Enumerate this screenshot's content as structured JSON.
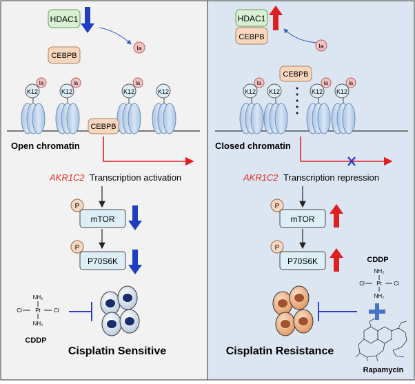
{
  "left_panel": {
    "hdac1": "HDAC1",
    "la": "la",
    "cebpb_free": "CEBPB",
    "k12": "K12",
    "cebpb_bound": "CEBPB",
    "chromatin_state": "Open chromatin",
    "gene": "AKR1C2",
    "transcription": "Transcription activation",
    "phospho": "P",
    "mtor": "mTOR",
    "p70s6k": "P70S6K",
    "drug": "CDDP",
    "drug_structure": {
      "nh2_top": "NH₂",
      "cl_left": "Cl",
      "pt": "Pt",
      "cl_right": "Cl",
      "nh2_bottom": "NH₂"
    },
    "outcome": "Cisplatin Sensitive"
  },
  "right_panel": {
    "hdac1": "HDAC1",
    "cebpb": "CEBPB",
    "la": "la",
    "k12": "K12",
    "cebpb_bound": "CEBPB",
    "chromatin_state": "Closed chromatin",
    "gene": "AKR1C2",
    "transcription": "Transcription repression",
    "phospho": "P",
    "mtor": "mTOR",
    "p70s6k": "P70S6K",
    "drug": "CDDP",
    "drug_structure": {
      "nh2_top": "NH₂",
      "cl_left": "Cl",
      "pt": "Pt",
      "cl_right": "Cl",
      "nh2_bottom": "NH₂"
    },
    "combo_drug": "Rapamycin",
    "outcome": "Cisplatin Resistance"
  },
  "colors": {
    "left_bg": "#f2f2f2",
    "right_bg": "#dce6f2",
    "hdac_fill": "#d9f0d3",
    "cebpb_fill": "#f8d7bf",
    "la_fill": "#f4c2c2",
    "nucleosome": "#c6d9f0",
    "arrow_red": "#e02020",
    "arrow_blue": "#1f3fbf",
    "gene_red": "#e03020",
    "box_fill": "#ddeef6",
    "cell_nucleus_sensitive": "#1a2d6b",
    "cell_nucleus_resistant": "#a0522d"
  }
}
